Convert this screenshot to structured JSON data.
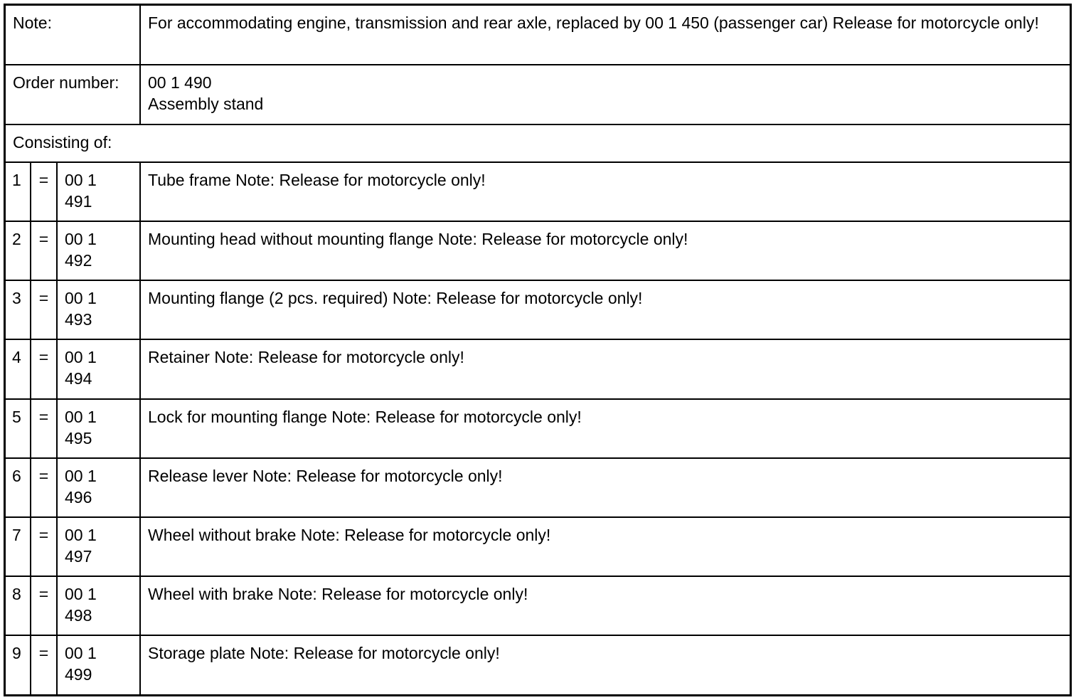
{
  "note": {
    "label": "Note:",
    "text": "For accommodating engine, transmission and rear axle, replaced by 00 1 450 (passenger car) Release for motorcycle only!"
  },
  "order": {
    "label": "Order number:",
    "number": "00 1 490",
    "name": "Assembly stand"
  },
  "consisting": {
    "label": "Consisting of:"
  },
  "parts": [
    {
      "index": "1",
      "eq": "=",
      "num1": "00 1",
      "num2": "491",
      "description": "Tube frame Note: Release for motorcycle only!"
    },
    {
      "index": "2",
      "eq": "=",
      "num1": "00 1",
      "num2": "492",
      "description": "Mounting head without mounting flange Note: Release for motorcycle only!"
    },
    {
      "index": "3",
      "eq": "=",
      "num1": "00 1",
      "num2": "493",
      "description": "Mounting flange (2 pcs. required) Note: Release for motorcycle only!"
    },
    {
      "index": "4",
      "eq": "=",
      "num1": "00 1",
      "num2": "494",
      "description": "Retainer Note: Release for motorcycle only!"
    },
    {
      "index": "5",
      "eq": "=",
      "num1": "00 1",
      "num2": "495",
      "description": "Lock for mounting flange Note: Release for motorcycle only!"
    },
    {
      "index": "6",
      "eq": "=",
      "num1": "00 1",
      "num2": "496",
      "description": "Release lever Note: Release for motorcycle only!"
    },
    {
      "index": "7",
      "eq": "=",
      "num1": "00 1",
      "num2": "497",
      "description": "Wheel without brake Note: Release for motorcycle only!"
    },
    {
      "index": "8",
      "eq": "=",
      "num1": "00 1",
      "num2": "498",
      "description": "Wheel with brake Note: Release for motorcycle only!"
    },
    {
      "index": "9",
      "eq": "=",
      "num1": "00 1",
      "num2": "499",
      "description": "Storage plate Note: Release for motorcycle only!"
    }
  ]
}
